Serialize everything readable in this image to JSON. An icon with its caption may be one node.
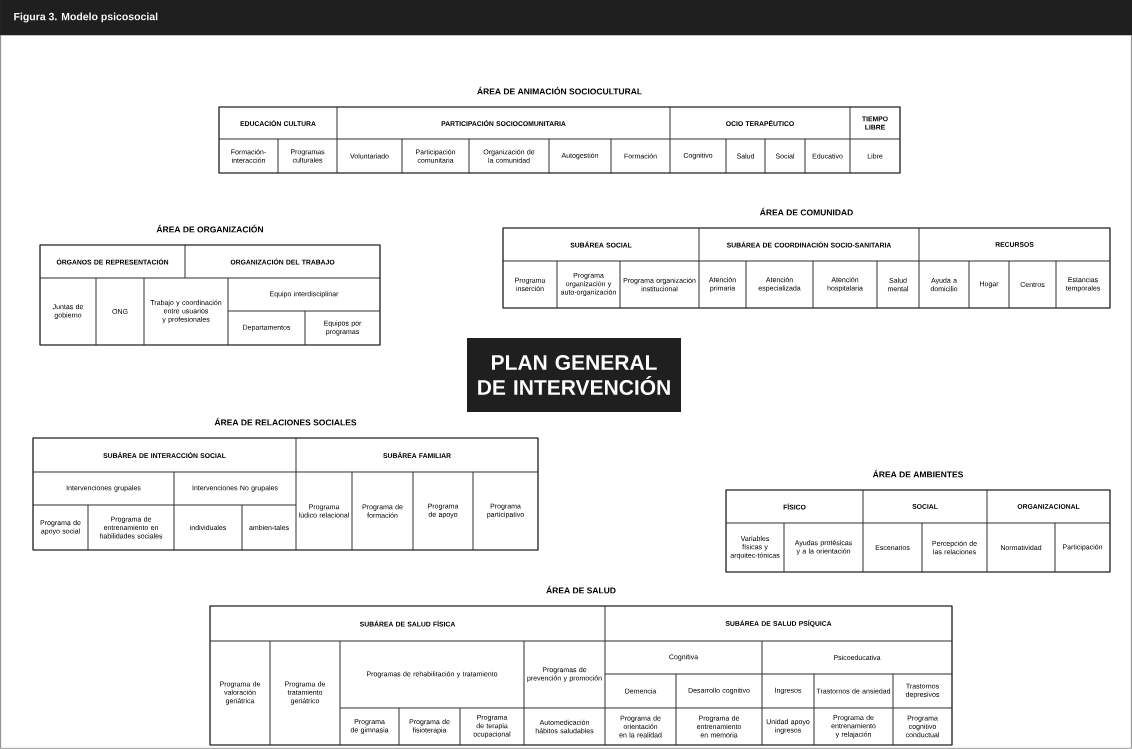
{
  "diagram": {
    "title": "Figura 3. Modelo psicosocial",
    "nodes": [
      {
        "text": [
          "ÁREA DE ANIMACIÓN SOCIOCULTURAL"
        ]
      },
      {
        "text": [
          "EDUCACIÓN CULTURA"
        ],
        "in": 0
      },
      {
        "text": [
          "PARTICIPACIÓN SOCIOCOMUNITARIA"
        ],
        "in": 0
      },
      {
        "text": [
          "OCIO TERAPÉUTICO"
        ],
        "in": 0
      },
      {
        "text": [
          "TIEMPO LIBRE"
        ],
        "in": 0
      },
      {
        "text": [
          "Formación-interacción"
        ],
        "in": 0
      },
      {
        "text": [
          "Programas culturales"
        ],
        "in": 0
      },
      {
        "text": [
          "Voluntariado"
        ],
        "in": 0
      },
      {
        "text": [
          "Participación comunitaria"
        ],
        "in": 0
      },
      {
        "text": [
          "Organización de la comunidad"
        ],
        "in": 0
      },
      {
        "text": [
          "Autogestión"
        ],
        "in": 0
      },
      {
        "text": [
          "Formación"
        ],
        "in": 0
      },
      {
        "text": [
          "Cognitivo"
        ],
        "in": 0
      },
      {
        "text": [
          "Salud"
        ],
        "in": 0
      },
      {
        "text": [
          "Social"
        ],
        "in": 0
      },
      {
        "text": [
          "Educativo"
        ],
        "in": 0
      },
      {
        "text": [
          "Libre"
        ],
        "in": 0
      },
      {
        "text": [
          "ÁREA DE ORGANIZACIÓN"
        ]
      },
      {
        "text": [
          "ÓRGANOS DE REPRESENTACIÓN"
        ],
        "in": 17
      },
      {
        "text": [
          "ORGANIZACIÓN DEL TRABAJO"
        ],
        "in": 17
      },
      {
        "text": [
          "Juntas de gobierno"
        ],
        "in": 17
      },
      {
        "text": [
          "ONG"
        ],
        "in": 17
      },
      {
        "text": [
          "Trabajo y coordinación entre usuarios y profesionales"
        ],
        "in": 17
      },
      {
        "text": [
          "Equipo interdisciplinar"
        ],
        "in": 17
      },
      {
        "text": [
          "Departamentos"
        ],
        "in": 17
      },
      {
        "text": [
          "Equipos por programas"
        ],
        "in": 17
      },
      {
        "text": [
          "ÁREA DE COMUNIDAD"
        ]
      },
      {
        "text": [
          "SUBÁREA SOCIAL"
        ],
        "in": 26
      },
      {
        "text": [
          "SUBÁREA DE COORDINACIÓN SOCIO-SANITARIA"
        ],
        "in": 26
      },
      {
        "text": [
          "RECURSOS"
        ],
        "in": 26
      },
      {
        "text": [
          "Programa inserción"
        ],
        "in": 26
      },
      {
        "text": [
          "Programa organización y auto-organización"
        ],
        "in": 26
      },
      {
        "text": [
          "Programa organización institucional"
        ],
        "in": 26
      },
      {
        "text": [
          "Atención primaria"
        ],
        "in": 26
      },
      {
        "text": [
          "Atención especializada"
        ],
        "in": 26
      },
      {
        "text": [
          "Atención hospitalaria"
        ],
        "in": 26
      },
      {
        "text": [
          "Salud mental"
        ],
        "in": 26
      },
      {
        "text": [
          "Ayuda a domicilio"
        ],
        "in": 26
      },
      {
        "text": [
          "Hogar"
        ],
        "in": 26
      },
      {
        "text": [
          "Centros"
        ],
        "in": 26
      },
      {
        "text": [
          "Estancias temporales"
        ],
        "in": 26
      },
      {
        "text": [
          "PLAN GENERAL DE INTERVENCIÓN"
        ]
      },
      {
        "text": [
          "ÁREA DE RELACIONES SOCIALES"
        ]
      },
      {
        "text": [
          "SUBÁREA DE INTERACCIÓN SOCIAL"
        ],
        "in": 42
      },
      {
        "text": [
          "SUBÁREA FAMILIAR"
        ],
        "in": 42
      },
      {
        "text": [
          "Intervenciones grupales"
        ],
        "in": 42
      },
      {
        "text": [
          "Intervenciones No grupales"
        ],
        "in": 42
      },
      {
        "text": [
          "Programa de apoyo social"
        ],
        "in": 42
      },
      {
        "text": [
          "Programa de entrenamiento en habilidades sociales"
        ],
        "in": 42
      },
      {
        "text": [
          "individuales"
        ],
        "in": 42
      },
      {
        "text": [
          "ambien-tales"
        ],
        "in": 42
      },
      {
        "text": [
          "Programa lúdico relacional"
        ],
        "in": 42
      },
      {
        "text": [
          "Programa de formación"
        ],
        "in": 42
      },
      {
        "text": [
          "Programa de apoyo"
        ],
        "in": 42
      },
      {
        "text": [
          "Programa participativo"
        ],
        "in": 42
      },
      {
        "text": [
          "ÁREA DE AMBIENTES"
        ]
      },
      {
        "text": [
          "FÍSICO"
        ],
        "in": 55
      },
      {
        "text": [
          "SOCIAL"
        ],
        "in": 55
      },
      {
        "text": [
          "ORGANIZACIONAL"
        ],
        "in": 55
      },
      {
        "text": [
          "Variables físicas y arquitec-tónicas"
        ],
        "in": 55
      },
      {
        "text": [
          "Ayudas protésicas y a la orientación"
        ],
        "in": 55
      },
      {
        "text": [
          "Escenarios"
        ],
        "in": 55
      },
      {
        "text": [
          "Percepción de las relaciones"
        ],
        "in": 55
      },
      {
        "text": [
          "Normatividad"
        ],
        "in": 55
      },
      {
        "text": [
          "Participación"
        ],
        "in": 55
      },
      {
        "text": [
          "ÁREA DE SALUD"
        ]
      },
      {
        "text": [
          "SUBÁREA DE SALUD FÍSICA"
        ],
        "in": 65
      },
      {
        "text": [
          "SUBÁREA DE SALUD PSÍQUICA"
        ],
        "in": 65
      },
      {
        "text": [
          "Programa de valoración geriátrica"
        ],
        "in": 65
      },
      {
        "text": [
          "Programa de tratamiento geriátrico"
        ],
        "in": 65
      },
      {
        "text": [
          "Programas de rehabilitación y tratamiento"
        ],
        "in": 65
      },
      {
        "text": [
          "Programas de prevención y promoción"
        ],
        "in": 65
      },
      {
        "text": [
          "Cognitiva"
        ],
        "in": 65
      },
      {
        "text": [
          "Psicoeducativa"
        ],
        "in": 65
      },
      {
        "text": [
          "Demencia"
        ],
        "in": 65
      },
      {
        "text": [
          "Desarrollo cognitivo"
        ],
        "in": 65
      },
      {
        "text": [
          "Ingresos"
        ],
        "in": 65
      },
      {
        "text": [
          "Trastornos de ansiedad"
        ],
        "in": 65
      },
      {
        "text": [
          "Trastornos depresivos"
        ],
        "in": 65
      },
      {
        "text": [
          "Programa de gimnasia"
        ],
        "in": 65
      },
      {
        "text": [
          "Programa de fisioterapia"
        ],
        "in": 65
      },
      {
        "text": [
          "Programa de terapia ocupacional"
        ],
        "in": 65
      },
      {
        "text": [
          "Automedicación hábitos saludables"
        ],
        "in": 65
      },
      {
        "text": [
          "Programa de orientación en la realidad"
        ],
        "in": 65
      },
      {
        "text": [
          "Programa de entrenamiento en memoria"
        ],
        "in": 65
      },
      {
        "text": [
          "Unidad apoyo ingresos"
        ],
        "in": 65
      },
      {
        "text": [
          "Programa de entrenamiento y relajación"
        ],
        "in": 65
      },
      {
        "text": [
          "Programa cognitivo conductual"
        ],
        "in": 65
      }
    ]
  }
}
